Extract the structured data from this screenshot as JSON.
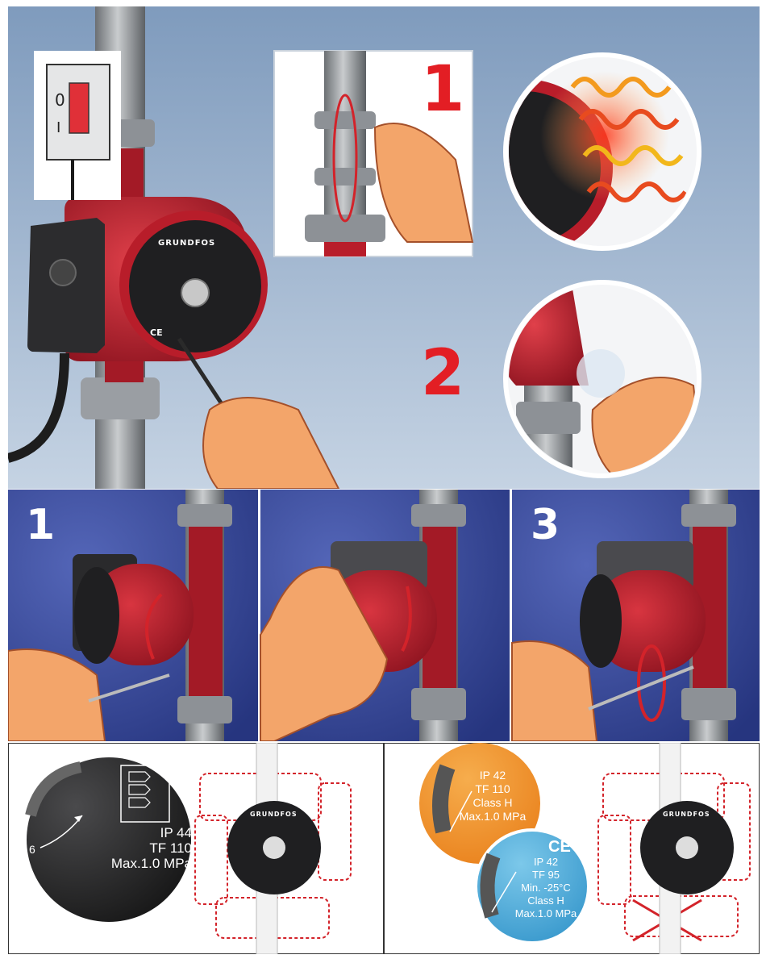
{
  "top": {
    "step_1": "1",
    "step_2": "2",
    "switch_off": "0",
    "switch_on": "I",
    "brand": "GRUNDFOS",
    "ce_mark": "CE"
  },
  "middle": {
    "panel_1": "1",
    "panel_3": "3"
  },
  "bottom_left": {
    "label_lines": [
      "IP 44",
      "TF 110",
      "Max.1.0 MPa"
    ],
    "edge_digit": "6",
    "brand": "GRUNDFOS"
  },
  "bottom_right": {
    "orange_lines": [
      "IP 42",
      "TF 110",
      "Class H",
      "Max.1.0 MPa"
    ],
    "blue_lines": [
      "IP 42",
      "TF 95",
      "Min. -25°C",
      "Class H",
      "Max.1.0 MPa"
    ],
    "brand": "GRUNDFOS",
    "ce_mark": "CE"
  },
  "colors": {
    "pump_red": "#b81d2a",
    "sky_blue": "#9bb3cf",
    "panel_blue": "#2e3f8f",
    "label_orange": "#f1962e",
    "label_blue": "#4fb0de",
    "step_red": "#e31e24"
  }
}
